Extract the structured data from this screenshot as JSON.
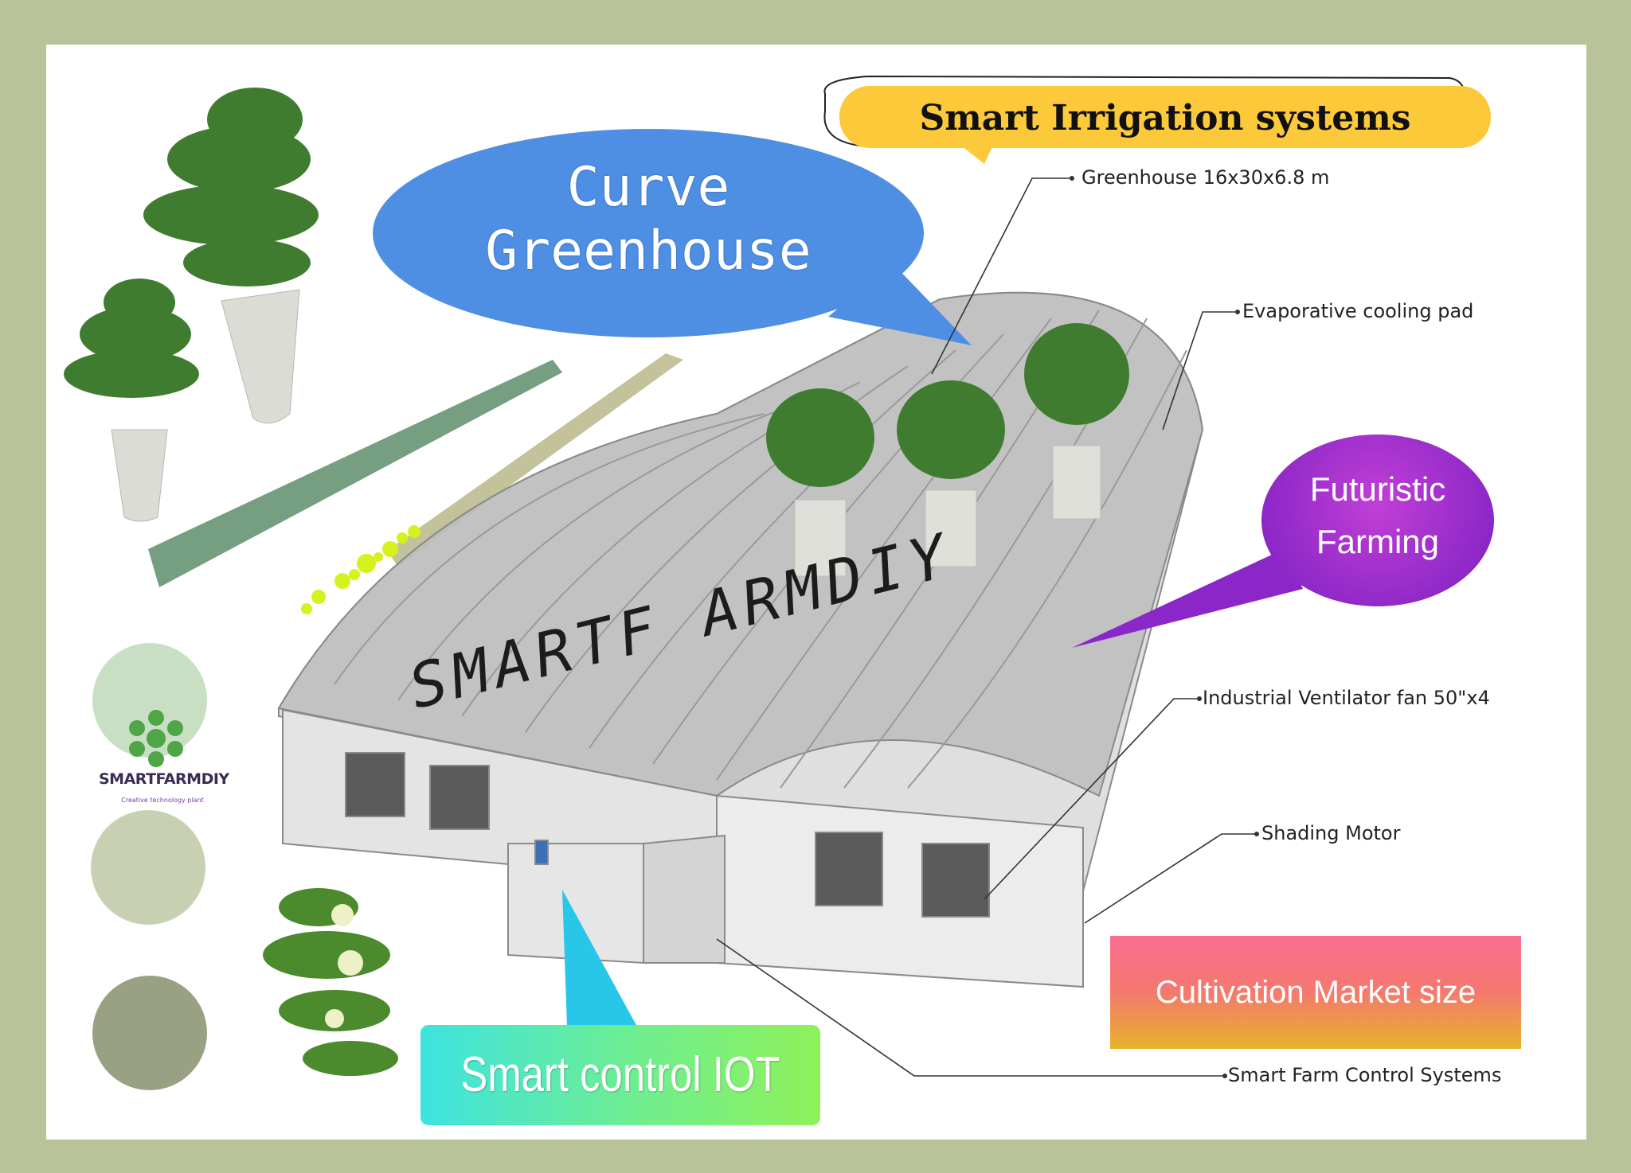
{
  "title_bubble": {
    "line1": "Curve",
    "line2": "Greenhouse"
  },
  "banner": {
    "text": "Smart Irrigation systems"
  },
  "badge_futuristic": {
    "line1": "Futuristic",
    "line2": "Farming"
  },
  "badge_market": {
    "text": "Cultivation Market size"
  },
  "badge_iot": {
    "text": "Smart control IOT"
  },
  "watermark": {
    "text": "SMARTF ARMDIY"
  },
  "logo": {
    "name": "SMARTFARMDIY",
    "tagline": "Creative technology plant"
  },
  "callouts": [
    {
      "text": "Greenhouse 16x30x6.8 m"
    },
    {
      "text": "Evaporative cooling pad"
    },
    {
      "text": "Industrial Ventilator fan 50\"x4"
    },
    {
      "text": "Shading Motor"
    },
    {
      "text": "Smart Farm Control Systems"
    }
  ],
  "colors": {
    "frame": "#b8c39a",
    "bubble_blue": "#4f8fe3",
    "banner_yellow": "#fcc93a",
    "futuristic_purple": "#9b2bcc",
    "market_pink": "#fb6e92",
    "market_gold": "#e7b329",
    "iot_cyan": "#3ee3e0",
    "iot_green": "#8ef15a",
    "swatch_1": "#c9dfc4",
    "swatch_2": "#c7d1b2",
    "swatch_3": "#98a182",
    "stroke_green": "#6f9a7a",
    "stroke_tan": "#c3c29a"
  }
}
